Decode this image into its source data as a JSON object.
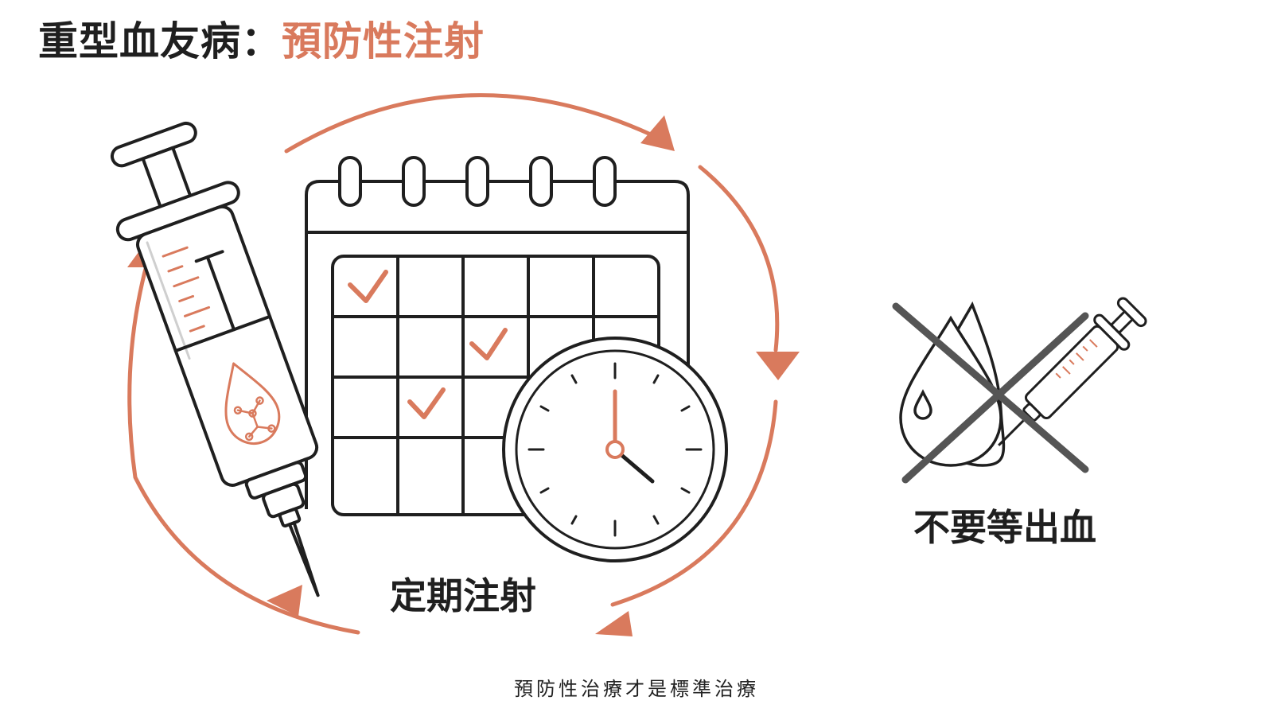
{
  "title": {
    "main": "重型血友病：",
    "highlight": "預防性注射"
  },
  "labels": {
    "regular_injection": "定期注射",
    "no_wait_bleeding": "不要等出血"
  },
  "footnote": "預防性治療才是標準治療",
  "colors": {
    "accent": "#d97a5d",
    "ink": "#1f1f1f",
    "cross": "#555555"
  },
  "icons": [
    "syringe-icon",
    "calendar-icon",
    "clock-icon",
    "cycle-arrows-icon",
    "blood-drop-icon",
    "small-syringe-icon",
    "cross-out-icon"
  ]
}
